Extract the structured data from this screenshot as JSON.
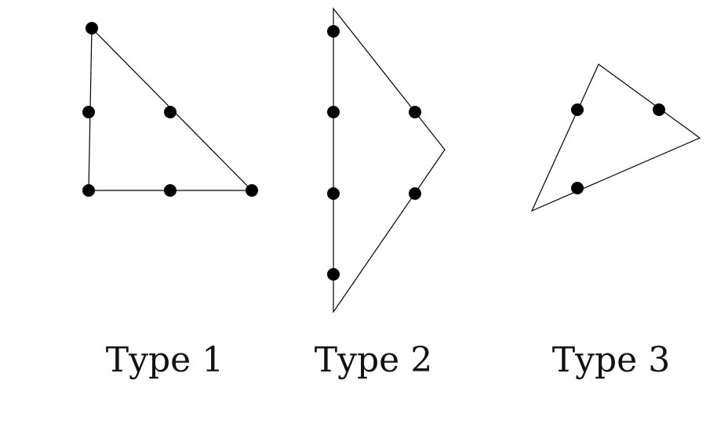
{
  "labels": {
    "type1": "Type 1",
    "type2": "Type 2",
    "type3": "Type 3"
  },
  "colors": {
    "stroke": "#000000",
    "dot": "#000000",
    "background": "#ffffff"
  }
}
